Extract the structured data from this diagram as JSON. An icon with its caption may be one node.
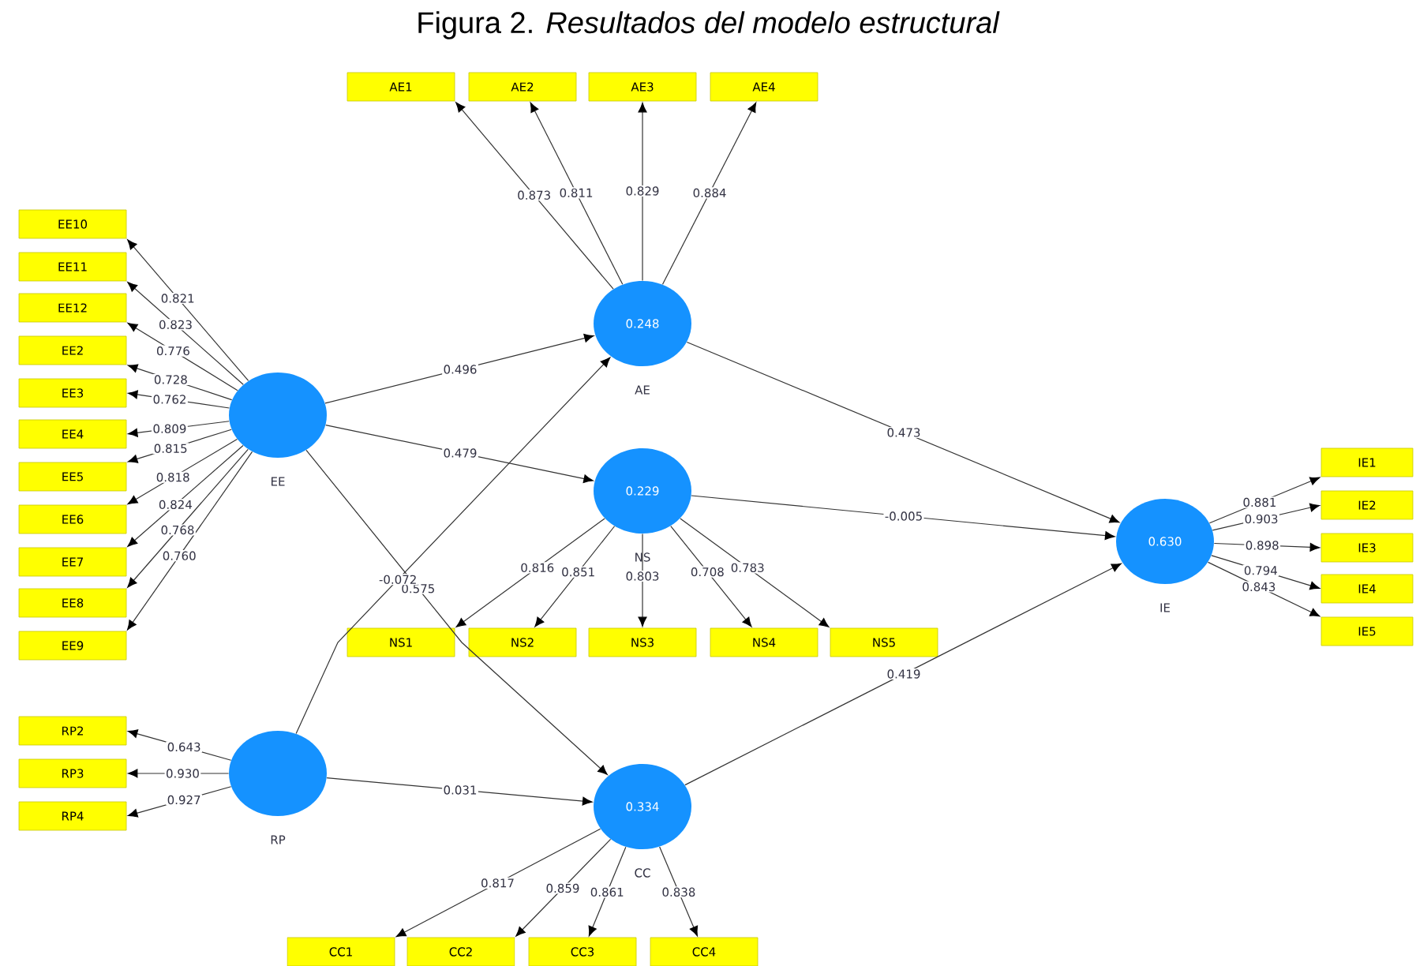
{
  "diagram": {
    "title": "Figura 2. *Resultados del modelo estructural*",
    "nodes": [
      {
        "text": [
          "AE1"
        ]
      },
      {
        "text": [
          "AE2"
        ]
      },
      {
        "text": [
          "AE3"
        ]
      },
      {
        "text": [
          "AE4"
        ]
      },
      {
        "text": [
          "EE10"
        ]
      },
      {
        "text": [
          "EE11"
        ]
      },
      {
        "text": [
          "EE12"
        ]
      },
      {
        "text": [
          "EE2"
        ]
      },
      {
        "text": [
          "EE3"
        ]
      },
      {
        "text": [
          "EE4"
        ]
      },
      {
        "text": [
          "EE5"
        ]
      },
      {
        "text": [
          "EE6"
        ]
      },
      {
        "text": [
          "EE7"
        ]
      },
      {
        "text": [
          "EE8"
        ]
      },
      {
        "text": [
          "EE9"
        ]
      },
      {
        "text": [
          "0.248",
          "AE"
        ]
      },
      {
        "text": [
          "EE"
        ]
      },
      {
        "text": [
          "0.229",
          "NS"
        ]
      },
      {
        "text": [
          "0.630",
          "IE"
        ]
      },
      {
        "text": [
          "NS1"
        ]
      },
      {
        "text": [
          "NS2"
        ]
      },
      {
        "text": [
          "NS3"
        ]
      },
      {
        "text": [
          "NS4"
        ]
      },
      {
        "text": [
          "NS5"
        ]
      },
      {
        "text": [
          "IE1"
        ]
      },
      {
        "text": [
          "IE2"
        ]
      },
      {
        "text": [
          "IE3"
        ]
      },
      {
        "text": [
          "IE4"
        ]
      },
      {
        "text": [
          "IE5"
        ]
      },
      {
        "text": [
          "RP2"
        ]
      },
      {
        "text": [
          "RP3"
        ]
      },
      {
        "text": [
          "RP4"
        ]
      },
      {
        "text": [
          "RP"
        ]
      },
      {
        "text": [
          "0.334",
          "CC"
        ]
      },
      {
        "text": [
          "CC1"
        ]
      },
      {
        "text": [
          "CC2"
        ]
      },
      {
        "text": [
          "CC3"
        ]
      },
      {
        "text": [
          "CC4"
        ]
      }
    ],
    "edges": [
      {
        "from": 15,
        "to": 0,
        "arrow": "to",
        "label": "0.873"
      },
      {
        "from": 15,
        "to": 1,
        "arrow": "to",
        "label": "0.811"
      },
      {
        "from": 15,
        "to": 2,
        "arrow": "to",
        "label": "0.829"
      },
      {
        "from": 15,
        "to": 3,
        "arrow": "to",
        "label": "0.884"
      },
      {
        "from": 16,
        "to": 4,
        "arrow": "to",
        "label": "0.821"
      },
      {
        "from": 16,
        "to": 5,
        "arrow": "to",
        "label": "0.823"
      },
      {
        "from": 16,
        "to": 6,
        "arrow": "to",
        "label": "0.776"
      },
      {
        "from": 16,
        "to": 7,
        "arrow": "to",
        "label": "0.728"
      },
      {
        "from": 16,
        "to": 8,
        "arrow": "to",
        "label": "0.762"
      },
      {
        "from": 16,
        "to": 9,
        "arrow": "to",
        "label": "0.809"
      },
      {
        "from": 16,
        "to": 10,
        "arrow": "to",
        "label": "0.815"
      },
      {
        "from": 16,
        "to": 11,
        "arrow": "to",
        "label": "0.818"
      },
      {
        "from": 16,
        "to": 12,
        "arrow": "to",
        "label": "0.824"
      },
      {
        "from": 16,
        "to": 13,
        "arrow": "to",
        "label": "0.768"
      },
      {
        "from": 16,
        "to": 14,
        "arrow": "to",
        "label": "0.760"
      },
      {
        "from": 17,
        "to": 19,
        "arrow": "to",
        "label": "0.816"
      },
      {
        "from": 17,
        "to": 20,
        "arrow": "to",
        "label": "0.851"
      },
      {
        "from": 17,
        "to": 21,
        "arrow": "to",
        "label": "0.803"
      },
      {
        "from": 17,
        "to": 22,
        "arrow": "to",
        "label": "0.708"
      },
      {
        "from": 17,
        "to": 23,
        "arrow": "to",
        "label": "0.783"
      },
      {
        "from": 18,
        "to": 24,
        "arrow": "to",
        "label": "0.881"
      },
      {
        "from": 18,
        "to": 25,
        "arrow": "to",
        "label": "0.903"
      },
      {
        "from": 18,
        "to": 26,
        "arrow": "to",
        "label": "0.898"
      },
      {
        "from": 18,
        "to": 27,
        "arrow": "to",
        "label": "0.794"
      },
      {
        "from": 18,
        "to": 28,
        "arrow": "to",
        "label": "0.843"
      },
      {
        "from": 32,
        "to": 29,
        "arrow": "to",
        "label": "0.643"
      },
      {
        "from": 32,
        "to": 30,
        "arrow": "to",
        "label": "0.930"
      },
      {
        "from": 32,
        "to": 31,
        "arrow": "to",
        "label": "0.927"
      },
      {
        "from": 33,
        "to": 34,
        "arrow": "to",
        "label": "0.817"
      },
      {
        "from": 33,
        "to": 35,
        "arrow": "to",
        "label": "0.859"
      },
      {
        "from": 33,
        "to": 36,
        "arrow": "to",
        "label": "0.861"
      },
      {
        "from": 33,
        "to": 37,
        "arrow": "to",
        "label": "0.838"
      },
      {
        "from": 16,
        "to": 15,
        "arrow": "to",
        "label": "0.496"
      },
      {
        "from": 16,
        "to": 17,
        "arrow": "to",
        "label": "0.479"
      },
      {
        "from": 16,
        "to": 33,
        "arrow": "to",
        "label": "0.575"
      },
      {
        "from": 32,
        "to": 15,
        "arrow": "to",
        "label": "-0.072"
      },
      {
        "from": 32,
        "to": 33,
        "arrow": "to",
        "label": "0.031"
      },
      {
        "from": 15,
        "to": 18,
        "arrow": "to",
        "label": "0.473"
      },
      {
        "from": 17,
        "to": 18,
        "arrow": "to",
        "label": "-0.005"
      },
      {
        "from": 33,
        "to": 18,
        "arrow": "to",
        "label": "0.419"
      }
    ]
  }
}
